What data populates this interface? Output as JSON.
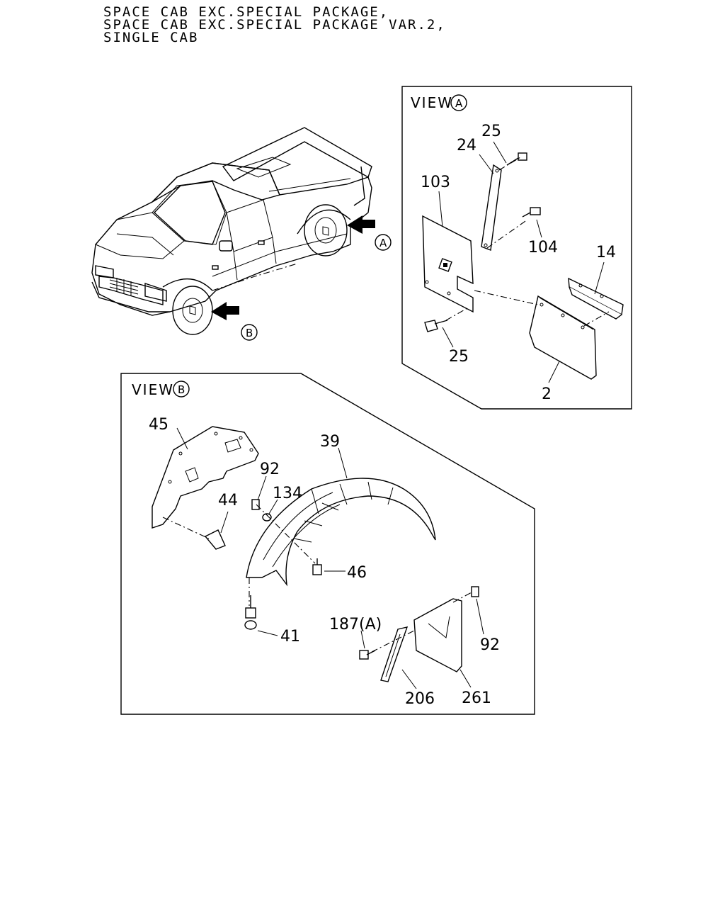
{
  "header": {
    "line1": "SPACE CAB EXC.SPECIAL PACKAGE,",
    "line2": "SPACE CAB EXC.SPECIAL PACKAGE VAR.2,",
    "line3": "SINGLE CAB"
  },
  "arrows": {
    "a": "A",
    "b": "B"
  },
  "view_a": {
    "title": "VIEW",
    "marker": "A",
    "labels": {
      "p25_top": "25",
      "p24": "24",
      "p103": "103",
      "p104": "104",
      "p14": "14",
      "p25_bottom": "25",
      "p2": "2"
    }
  },
  "view_b": {
    "title": "VIEW",
    "marker": "B",
    "labels": {
      "p45": "45",
      "p39": "39",
      "p92_top": "92",
      "p134": "134",
      "p44": "44",
      "p46": "46",
      "p41": "41",
      "p187": "187(A)",
      "p92_bottom": "92",
      "p206": "206",
      "p261": "261"
    }
  }
}
